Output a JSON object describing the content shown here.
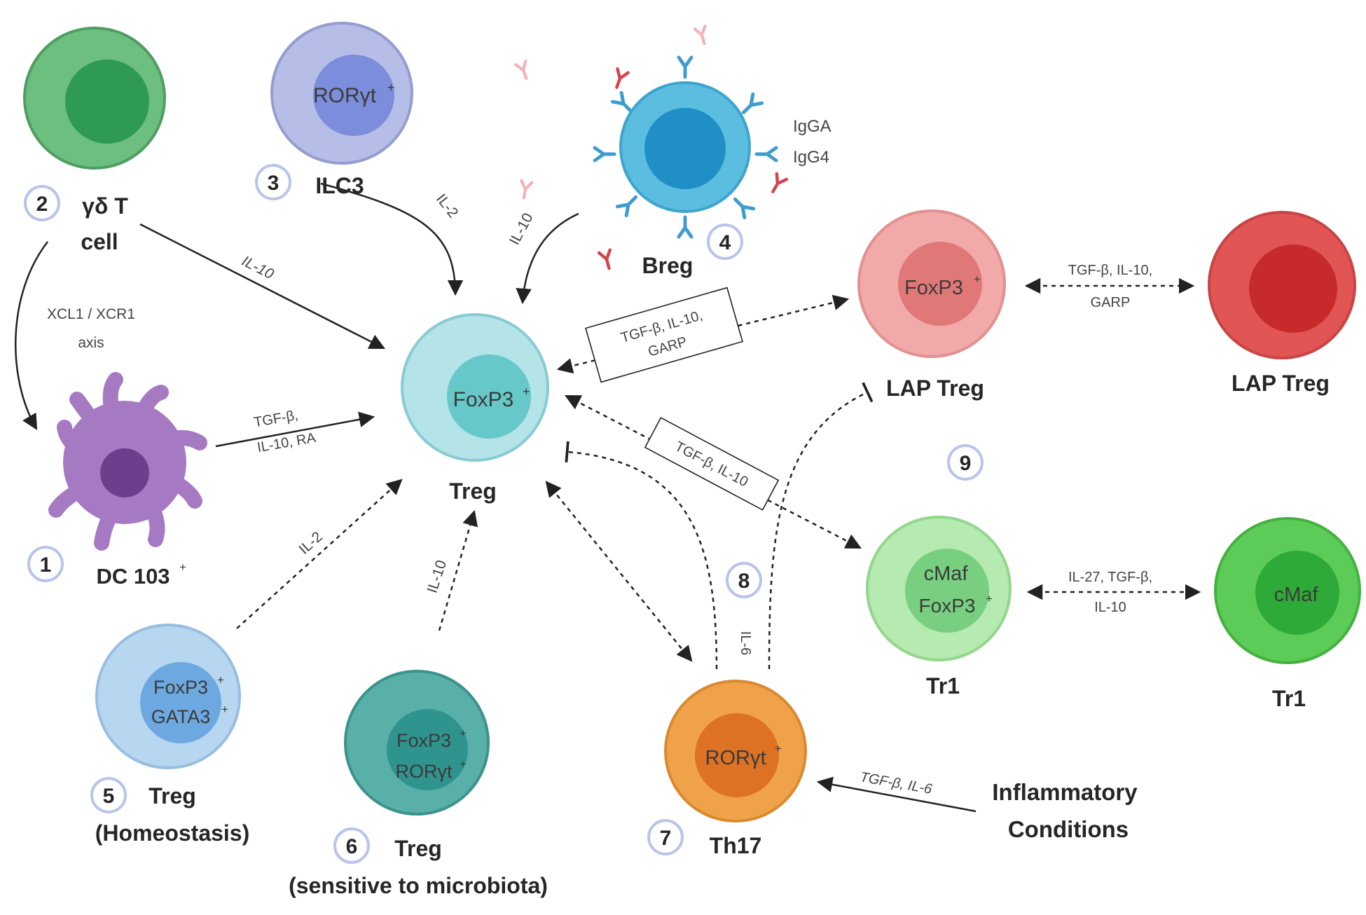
{
  "cells": {
    "dc": {
      "label": "DC 103",
      "sup": "+",
      "number": "1"
    },
    "gd": {
      "label_line1": "γδ T",
      "label_line2": "cell",
      "number": "2"
    },
    "ilc3": {
      "label": "ILC3",
      "marker": "RORγt",
      "sup": "+",
      "number": "3"
    },
    "breg": {
      "label": "Breg",
      "number": "4",
      "ig1": "IgGA",
      "ig2": "IgG4"
    },
    "treg_center": {
      "label": "Treg",
      "marker": "FoxP3",
      "sup": "+"
    },
    "treg5": {
      "label_line1": "Treg",
      "label_line2": "(Homeostasis)",
      "marker1": "FoxP3",
      "marker2": "GATA3",
      "sup": "+",
      "number": "5"
    },
    "treg6": {
      "label_line1": "Treg",
      "label_line2": "(sensitive to microbiota)",
      "marker1": "FoxP3",
      "marker2": "RORγt",
      "sup": "+",
      "number": "6"
    },
    "th17": {
      "label": "Th17",
      "marker": "RORγt",
      "sup": "+",
      "number": "7"
    },
    "lap1": {
      "label": "LAP Treg",
      "marker": "FoxP3",
      "sup": "+"
    },
    "lap2": {
      "label": "LAP Treg"
    },
    "tr1a": {
      "label": "Tr1",
      "marker1": "cMaf",
      "marker2": "FoxP3",
      "sup": "+"
    },
    "tr1b": {
      "label": "Tr1",
      "marker": "cMaf"
    },
    "inflammatory": {
      "line1": "Inflammatory",
      "line2": "Conditions"
    }
  },
  "numbers": {
    "n8": "8",
    "n9": "9"
  },
  "arrows": {
    "xcl_line1": "XCL1 / XCR1",
    "xcl_line2": "axis",
    "il10_gd": "IL-10",
    "il2_ilc3": "IL-2",
    "il10_breg": "IL-10",
    "dc_line1": "TGF-β,",
    "dc_line2": "IL-10, RA",
    "il2_treg5": "IL-2",
    "il10_treg6": "IL-10",
    "box1_line1": "TGF-β,  IL-10,",
    "box1_line2": "GARP",
    "box2": "TGF-β,  IL-10",
    "lap_line1": "TGF-β,  IL-10,",
    "lap_line2": "GARP",
    "tr1_line1": "IL-27, TGF-β,",
    "tr1_line2": "IL-10",
    "il6": "IL-6",
    "th17_input": "TGF-β,  IL-6"
  },
  "colors": {
    "gd_outer": "#6dbf7f",
    "gd_inner": "#2f9a52",
    "ilc3_outer": "#b6bde6",
    "ilc3_inner": "#7c8ddb",
    "breg_outer": "#5bbde0",
    "breg_inner": "#1f8fc6",
    "treg_outer": "#b4e3e8",
    "treg_inner": "#66c8c8",
    "dc_outer": "#a67ac2",
    "dc_inner": "#6c3f8d",
    "treg5_outer": "#b7d6f0",
    "treg5_inner": "#6ea8e0",
    "treg6_outer": "#58b0a8",
    "treg6_inner": "#2f948e",
    "th17_outer": "#f0a24a",
    "th17_inner": "#dd7224",
    "lap1_outer": "#f1a9a9",
    "lap1_inner": "#e07878",
    "lap2_outer": "#e25555",
    "lap2_inner": "#c72a2a",
    "tr1a_outer": "#b5eab0",
    "tr1a_inner": "#79cf80",
    "tr1b_outer": "#5dcb58",
    "tr1b_inner": "#2eaa38"
  }
}
